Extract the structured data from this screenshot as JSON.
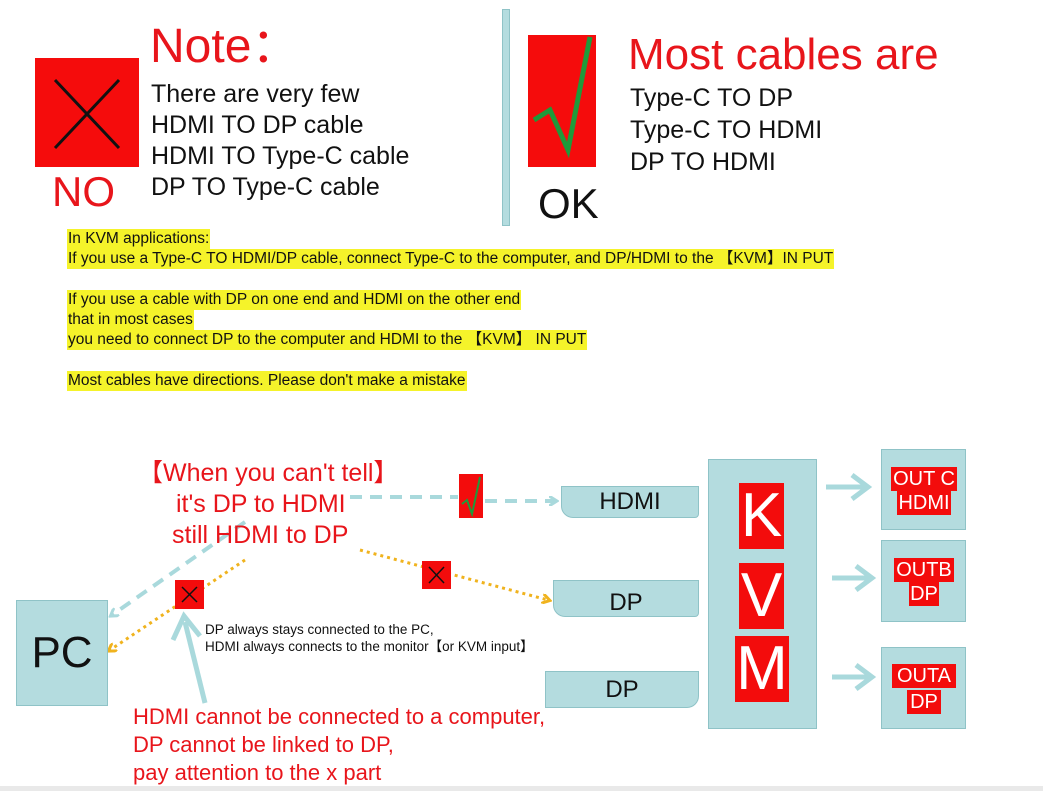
{
  "top_left": {
    "note_title": "Note：",
    "lines": [
      "There are very few",
      "HDMI TO DP cable",
      "HDMI TO Type-C cable",
      "DP TO Type-C cable"
    ],
    "no_label": "NO"
  },
  "top_right": {
    "title": "Most cables are",
    "lines": [
      "Type-C TO DP",
      "Type-C TO HDMI",
      "DP TO HDMI"
    ],
    "ok_label": "OK"
  },
  "highlight_text": {
    "l1": "In KVM applications:",
    "l2": "If you use a Type-C TO HDMI/DP cable, connect Type-C to the computer, and DP/HDMI to the 【KVM】IN PUT",
    "l3": "If you use a cable with DP on one end and HDMI on the other end",
    "l4": "that in most cases",
    "l5": "you need to connect DP to the computer and HDMI to the 【KVM】 IN PUT",
    "l6": "Most cables have directions. Please don't make a mistake"
  },
  "diagram": {
    "tell_lines": [
      "【When you can't tell】",
      "it's DP to HDMI",
      "still HDMI to DP"
    ],
    "pc_label": "PC",
    "hdmi_box": "HDMI",
    "dp_box_1": "DP",
    "dp_box_2": "DP",
    "kvm_letters": [
      "K",
      "V",
      "M"
    ],
    "note_small_1": "DP always stays connected to the PC,",
    "note_small_2": "HDMI always connects to the monitor【or KVM input】",
    "warning_lines": [
      "HDMI cannot be connected to a computer,",
      "DP cannot be linked to DP,",
      "pay attention to the x part"
    ],
    "outputs": [
      {
        "l1": "OUT C",
        "l2": "HDMI"
      },
      {
        "l1": "OUTB",
        "l2": "DP"
      },
      {
        "l1": "OUTA",
        "l2": "DP"
      }
    ],
    "check_mark": "√"
  },
  "colors": {
    "red": "#f50c0c",
    "red_text": "#e8151b",
    "highlight": "#f5f32a",
    "cable_box": "#b4dcdf",
    "dashed_blue": "#a9d9dc",
    "dotted_yellow": "#f0b31e",
    "check_green": "#1f9a3a"
  }
}
